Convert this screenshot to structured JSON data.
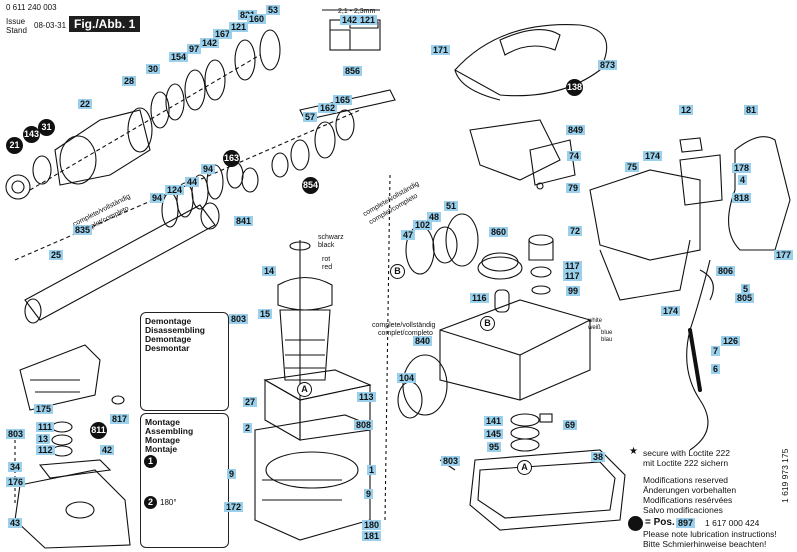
{
  "header": {
    "doc_number": "0 611 240 003",
    "issue_label": "Issue",
    "stand_label": "Stand",
    "issue_date": "08-03-31",
    "figure_label": "Fig./Abb. 1",
    "clearance_text": "2,1 - 2,3mm"
  },
  "parts": [
    "821",
    "53",
    "167",
    "160",
    "142",
    "121",
    "97",
    "142",
    "121",
    "154",
    "28",
    "30",
    "22",
    "143",
    "21",
    "31",
    "856",
    "165",
    "162",
    "57",
    "163",
    "854",
    "44",
    "94",
    "124",
    "94",
    "835",
    "25",
    "841",
    "171",
    "873",
    "138",
    "12",
    "81",
    "849",
    "74",
    "79",
    "75",
    "174",
    "178",
    "4",
    "818",
    "177",
    "51",
    "48",
    "102",
    "47",
    "860",
    "72",
    "117",
    "117",
    "99",
    "116",
    "806",
    "5",
    "805",
    "14",
    "803",
    "15",
    "174",
    "126",
    "7",
    "6",
    "104",
    "840",
    "141",
    "145",
    "95",
    "803",
    "69",
    "38",
    "113",
    "27",
    "808",
    "2",
    "9",
    "1",
    "9",
    "172",
    "180",
    "181",
    "175",
    "803",
    "111",
    "817",
    "811",
    "13",
    "112",
    "42",
    "34",
    "176",
    "43"
  ],
  "labels": {
    "complete_1": "complete/vollständig",
    "complete_2": "complet/completo",
    "complete_b1": "complete/vollständig",
    "complete_b2": "complet/completo",
    "complete_c1": "complete/vollständig",
    "complete_c2": "complet/completo",
    "schwarz": "schwarz",
    "black": "black",
    "rot": "rot",
    "red": "red",
    "white_weiss": "white\nweiß",
    "blue_blau": "blue\nblau"
  },
  "disassembling_box": {
    "lines": [
      "Demontage",
      "Disassembling",
      "Demontage",
      "Desmontar"
    ]
  },
  "assembling_box": {
    "lines": [
      "Montage",
      "Assembling",
      "Montage",
      "Montaje"
    ],
    "step_1": "1",
    "step_2": "2",
    "angle": "180°"
  },
  "legend": {
    "star": "★",
    "loctite_en": "secure with Loctite 222",
    "loctite_de": "mit Loctite 222 sichern",
    "mods": [
      "Modifications reserved",
      "Änderungen vorbehalten",
      "Modifications resérvées",
      "Salvo modificaciones"
    ],
    "pos_prefix": "= Pos.",
    "pos_number": "897",
    "pos_part_no": "1 617 000 424",
    "note_en": "Please note lubrication instructions!",
    "note_de": "Bitte Schmierhinweise beachten!"
  },
  "side_code": "1 619 973 175",
  "marker_letters": {
    "a": "A",
    "b": "B"
  },
  "colors": {
    "callout_fill": "#9ad0ec",
    "ink": "#111111"
  }
}
